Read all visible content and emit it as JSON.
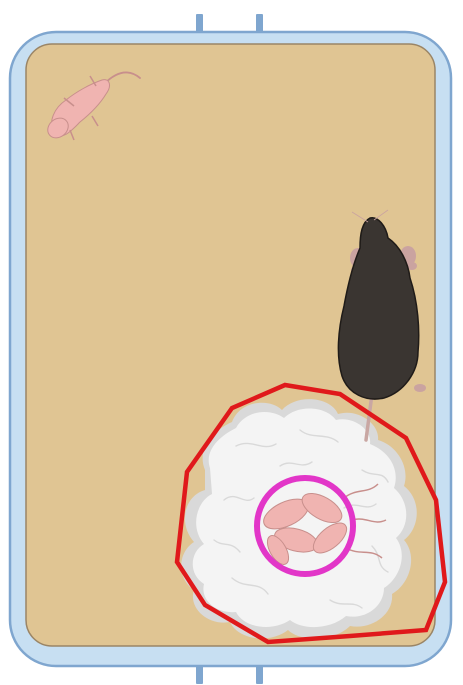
{
  "figure": {
    "elements": [
      "home-cage",
      "bedding",
      "dam-mouse",
      "stray-pup",
      "nest-region",
      "pup-cluster-region"
    ]
  },
  "colors": {
    "cage_frame": "#c7dff2",
    "cage_frame_stroke": "#7fa6cf",
    "cage_floor": "#e0c593",
    "cage_floor_stroke": "#9a8566",
    "cage_hook": "#7fa6cf",
    "nesting_material": "#f4f4f4",
    "nesting_material_shadow": "#d9d9d9",
    "dam_body": "#3a3531",
    "dam_outline": "#1f1b18",
    "dam_ears_paws": "#caa3a0",
    "dam_tail": "#c9a7a3",
    "pup_fill": "#f0b4b1",
    "pup_stroke": "#c88f8c",
    "nest_outline": "#e0191b",
    "pup_cluster_outline": "#e236c8"
  },
  "icons": {
    "dam": "mouse-icon",
    "pup": "mouse-pup-icon"
  }
}
